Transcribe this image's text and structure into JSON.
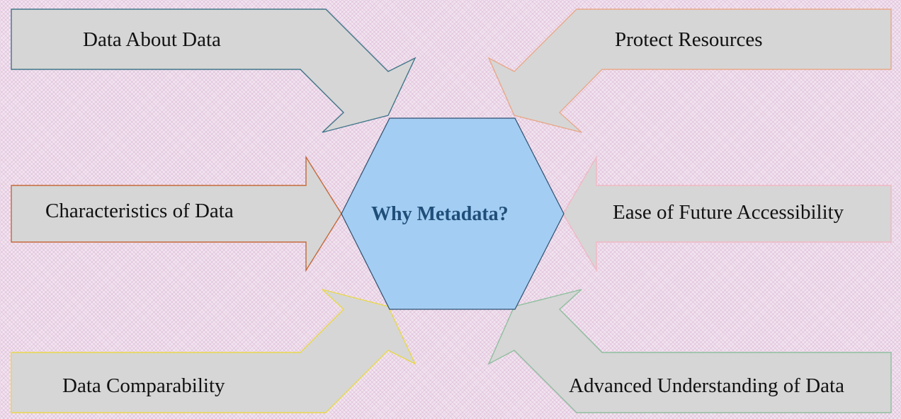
{
  "center": {
    "label": "Why Metadata?",
    "fill": "#a3cdf2",
    "stroke": "#2f4f6f",
    "text_color": "#1f4e79"
  },
  "arrows": [
    {
      "label": "Data About Data",
      "edge_color": "#41768a"
    },
    {
      "label": "Protect Resources",
      "edge_color": "#e8a88a"
    },
    {
      "label": "Characteristics of Data",
      "edge_color": "#c46a3a"
    },
    {
      "label": "Ease of Future Accessibility",
      "edge_color": "#f0b8c4"
    },
    {
      "label": "Data Comparability",
      "edge_color": "#e8d84a"
    },
    {
      "label": "Advanced Understanding of Data",
      "edge_color": "#8fbf9f"
    }
  ],
  "arrow_fill": "#d6d6d6",
  "background": "#f1e4ef"
}
